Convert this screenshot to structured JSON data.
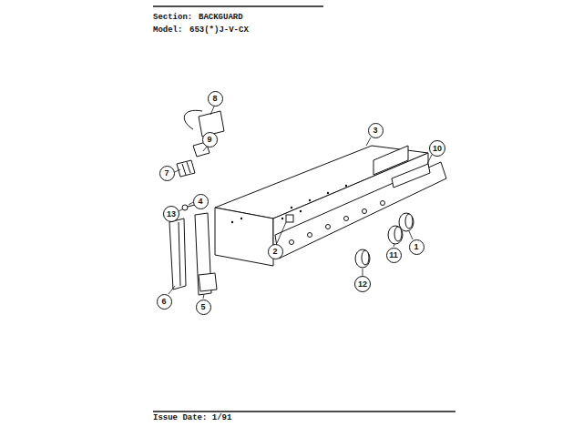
{
  "diagram": {
    "nodes": [
      {
        "text": [
          "8"
        ]
      },
      {
        "text": [
          "3"
        ]
      },
      {
        "text": [
          "9"
        ]
      },
      {
        "text": [
          "10"
        ]
      },
      {
        "text": [
          "7"
        ]
      },
      {
        "text": [
          "4"
        ]
      },
      {
        "text": [
          "13"
        ]
      },
      {
        "text": [
          "2"
        ]
      },
      {
        "text": [
          "1"
        ]
      },
      {
        "text": [
          "11"
        ]
      },
      {
        "text": [
          "12"
        ]
      },
      {
        "text": [
          "6"
        ]
      },
      {
        "text": [
          "5"
        ]
      }
    ],
    "edges": [],
    "labels": [
      "Section:",
      "BACKGUARD",
      "Model:",
      "653(*)J-V-CX",
      "Issue Date: 1/91"
    ]
  }
}
